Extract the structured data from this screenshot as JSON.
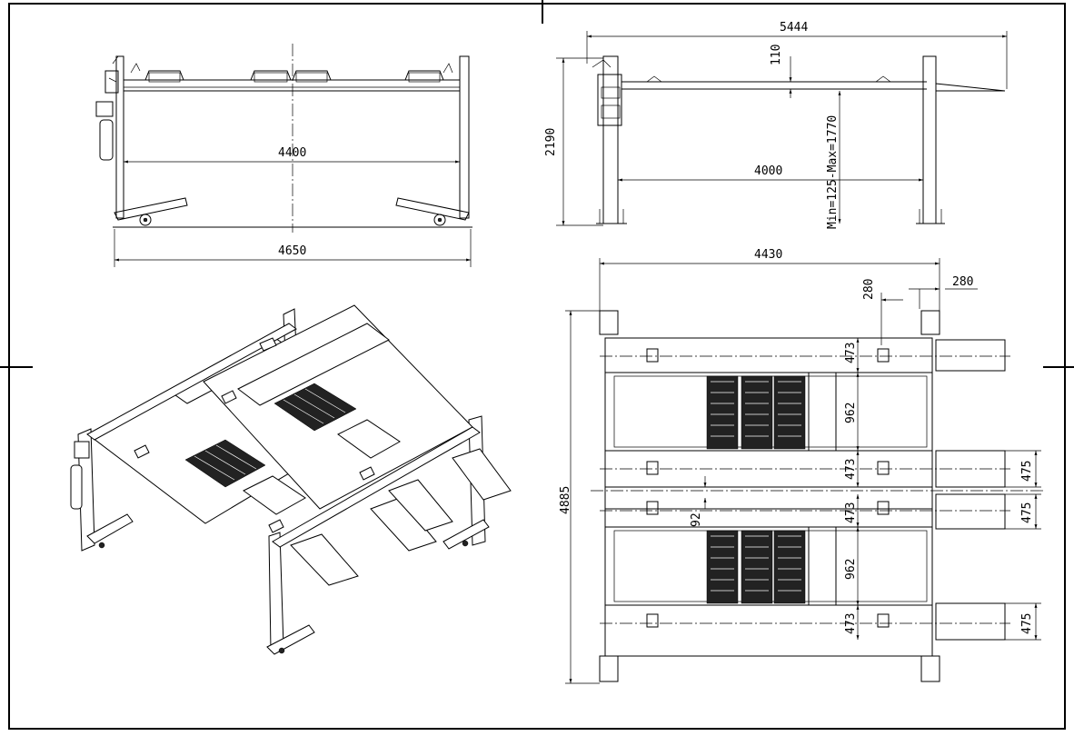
{
  "drawing": {
    "front_view": {
      "inner_width": "4400",
      "overall_width": "4650"
    },
    "side_view": {
      "overall_length": "5444",
      "deck_thickness": "110",
      "height": "2190",
      "runway_length": "4000",
      "lift_range": "Min=125-Max=1770"
    },
    "top_view": {
      "width": "4430",
      "post_offset_left": "280",
      "post_offset_right": "280",
      "overall_length": "4885",
      "runway_width_a": "473",
      "runway_width_b": "473",
      "runway_width_c": "473",
      "runway_width_d": "473",
      "tray_width_top": "962",
      "tray_width_bottom": "962",
      "center_gap": "92",
      "ramp_width_1": "475",
      "ramp_width_2": "475",
      "ramp_width_3": "475"
    }
  }
}
